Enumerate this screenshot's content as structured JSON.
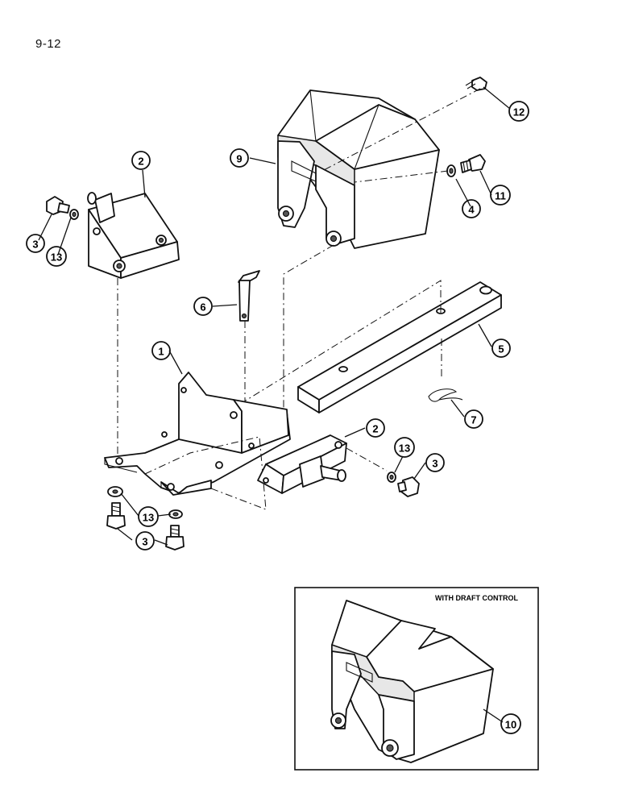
{
  "page_number": "9-12",
  "inset": {
    "title": "WITH DRAFT CONTROL"
  },
  "callouts": [
    {
      "id": "12",
      "label": "12"
    },
    {
      "id": "9",
      "label": "9"
    },
    {
      "id": "4",
      "label": "4"
    },
    {
      "id": "11",
      "label": "11"
    },
    {
      "id": "2a",
      "label": "2"
    },
    {
      "id": "3a",
      "label": "3"
    },
    {
      "id": "13a",
      "label": "13"
    },
    {
      "id": "6",
      "label": "6"
    },
    {
      "id": "5",
      "label": "5"
    },
    {
      "id": "1",
      "label": "1"
    },
    {
      "id": "7",
      "label": "7"
    },
    {
      "id": "2b",
      "label": "2"
    },
    {
      "id": "13b",
      "label": "13"
    },
    {
      "id": "3b",
      "label": "3"
    },
    {
      "id": "13c",
      "label": "13"
    },
    {
      "id": "3c",
      "label": "3"
    },
    {
      "id": "10",
      "label": "10"
    }
  ]
}
